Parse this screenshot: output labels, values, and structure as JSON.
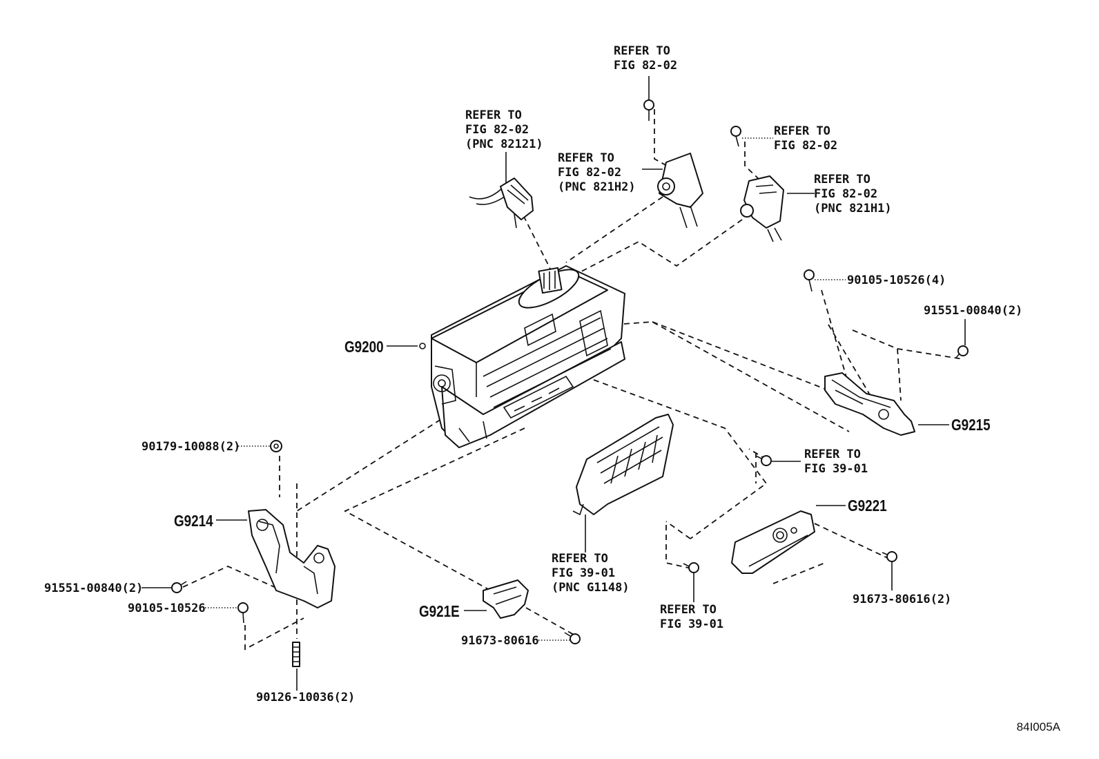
{
  "labels": {
    "refer_pnc82121": [
      "REFER TO",
      "FIG 82-02",
      "(PNC 82121)"
    ],
    "refer_top": [
      "REFER TO",
      "FIG 82-02"
    ],
    "refer_pnc821h2": [
      "REFER TO",
      "FIG 82-02",
      "(PNC 821H2)"
    ],
    "refer_right_bolt": [
      "REFER TO",
      "FIG 82-02"
    ],
    "refer_pnc821h1": [
      "REFER TO",
      "FIG 82-02",
      "(PNC 821H1)"
    ],
    "refer_fig3901_right": [
      "REFER TO",
      "FIG 39-01"
    ],
    "refer_pncg1148": [
      "REFER TO",
      "FIG 39-01",
      "(PNC G1148)"
    ],
    "refer_fig3901_bottom": [
      "REFER TO",
      "FIG 39-01"
    ]
  },
  "parts": {
    "g9200": "G9200",
    "g9215": "G9215",
    "g9214": "G9214",
    "g9221": "G9221",
    "g921e": "G921E",
    "p90105_10526_4": "90105-10526(4)",
    "p91551_00840_2_right": "91551-00840(2)",
    "p90179_10088_2": "90179-10088(2)",
    "p91551_00840_2_left": "91551-00840(2)",
    "p90105_10526": "90105-10526",
    "p90126_10036_2": "90126-10036(2)",
    "p91673_80616": "91673-80616",
    "p91673_80616_2": "91673-80616(2)"
  },
  "figure_code": "84I005A",
  "colors": {
    "ink": "#111111",
    "paper": "#ffffff"
  }
}
